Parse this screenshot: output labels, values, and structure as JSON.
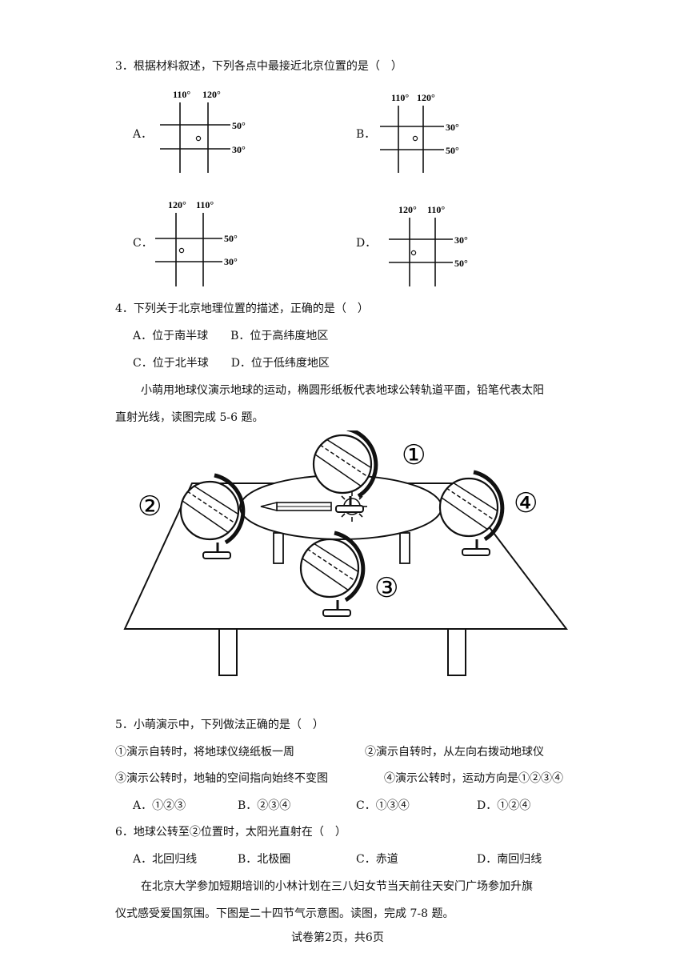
{
  "q3": {
    "stem": "3．根据材料叙述，下列各点中最接近北京位置的是（　）",
    "options": [
      {
        "letter": "A．",
        "top_lon": [
          "110°",
          "120°"
        ],
        "right_lat": [
          "50°",
          "30°"
        ]
      },
      {
        "letter": "B．",
        "top_lon": [
          "110°",
          "120°"
        ],
        "right_lat": [
          "30°",
          "50°"
        ]
      },
      {
        "letter": "C．",
        "top_lon": [
          "120°",
          "110°"
        ],
        "right_lat": [
          "50°",
          "30°"
        ]
      },
      {
        "letter": "D．",
        "top_lon": [
          "120°",
          "110°"
        ],
        "right_lat": [
          "30°",
          "50°"
        ]
      }
    ]
  },
  "q4": {
    "stem": "4．下列关于北京地理位置的描述，正确的是（　）",
    "row1": "A．位于南半球　　B．位于高纬度地区",
    "row2": "C．位于北半球　　D．位于低纬度地区"
  },
  "intro56": {
    "line1": "小萌用地球仪演示地球的运动，椭圆形纸板代表地球公转轨道平面，铅笔代表太阳",
    "line2": "直射光线，读图完成 5-6 题。"
  },
  "figure": {
    "labels": [
      "①",
      "②",
      "③",
      "④"
    ]
  },
  "q5": {
    "stem": "5．小萌演示中，下列做法正确的是（　）",
    "s1": "①演示自转时，将地球仪绕纸板一周",
    "s2": "②演示自转时，从左向右拨动地球仪",
    "s3": "③演示公转时，地轴的空间指向始终不变图",
    "s4": "④演示公转时，运动方向是①②③④",
    "options": [
      "A．①②③",
      "B．②③④",
      "C．①③④",
      "D．①②④"
    ]
  },
  "q6": {
    "stem": "6．地球公转至②位置时，太阳光直射在（　）",
    "options": [
      "A．北回归线",
      "B．北极圈",
      "C．赤道",
      "D．南回归线"
    ]
  },
  "intro78": {
    "line1": "在北京大学参加短期培训的小林计划在三八妇女节当天前往天安门广场参加升旗",
    "line2": "仪式感受爱国氛围。下图是二十四节气示意图。读图，完成 7-8 题。"
  },
  "footer": "试卷第2页，共6页"
}
